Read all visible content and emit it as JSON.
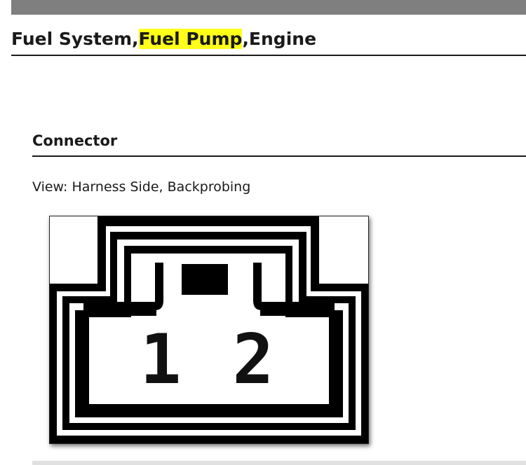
{
  "header": {
    "title_prefix": "Fuel System,",
    "title_highlight": "Fuel Pump",
    "title_suffix": ",Engine",
    "highlight_color": "#ffff1a"
  },
  "section": {
    "title": "Connector",
    "view_text": "View: Harness Side, Backprobing"
  },
  "connector": {
    "pins": [
      {
        "label": "1"
      },
      {
        "label": "2"
      }
    ]
  }
}
